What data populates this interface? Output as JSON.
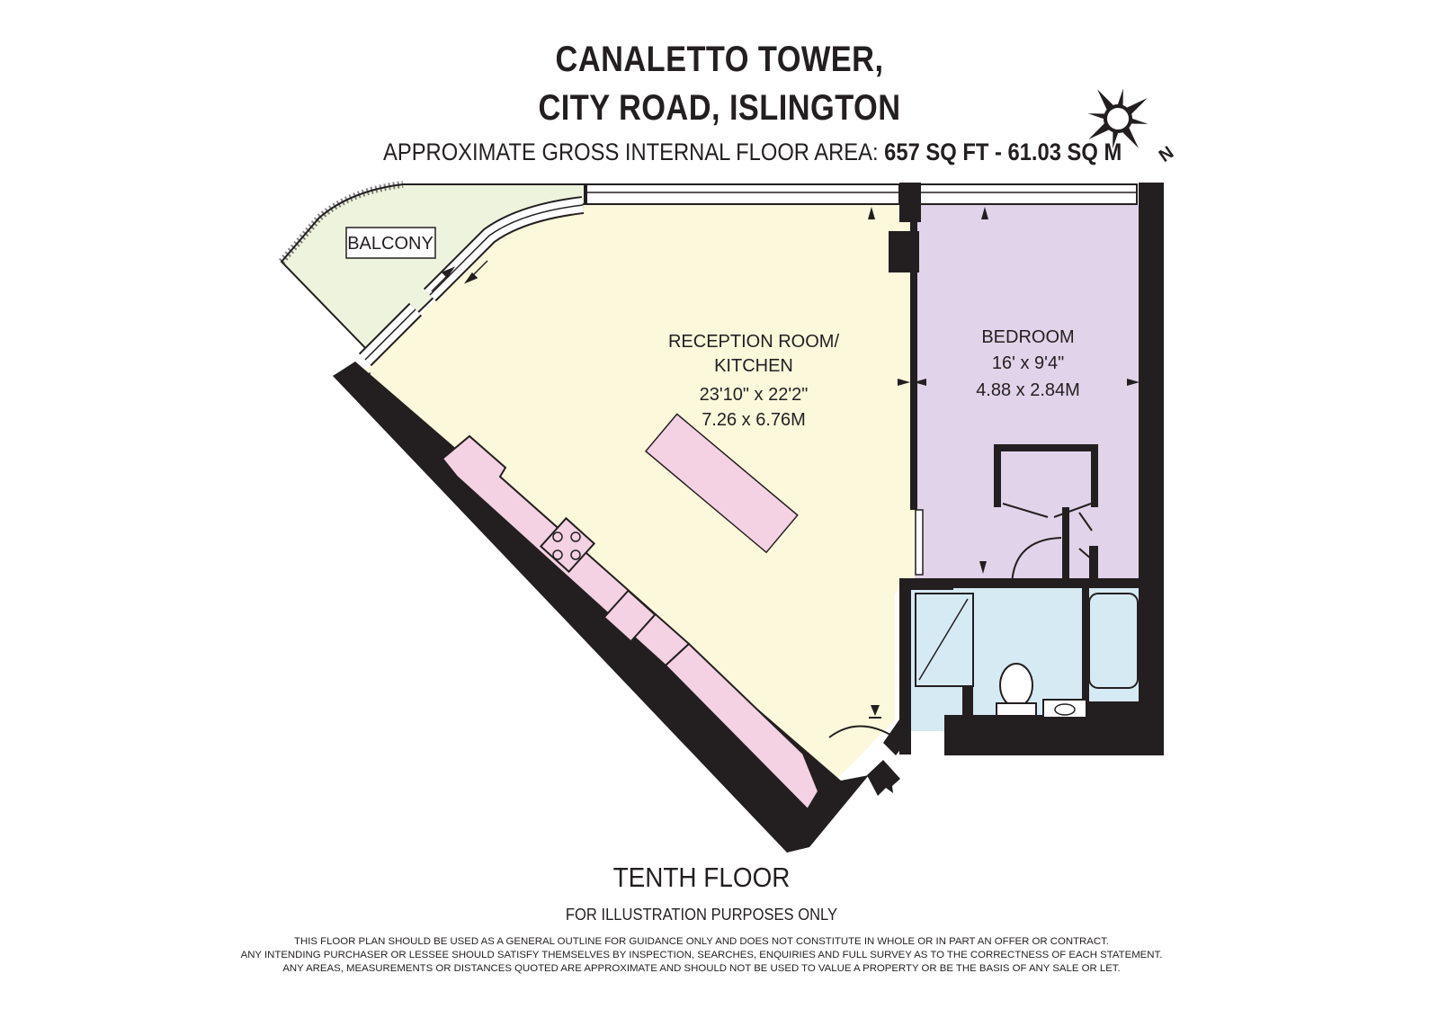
{
  "title": {
    "line1": "CANALETTO TOWER,",
    "line2": "CITY ROAD, ISLINGTON"
  },
  "area": {
    "label": "APPROXIMATE GROSS INTERNAL FLOOR AREA:",
    "value": "657 SQ FT  -  61.03 SQ M"
  },
  "compass": {
    "label": "N",
    "icon": "compass-rose-icon"
  },
  "rooms": {
    "balcony": {
      "name": "BALCONY"
    },
    "reception": {
      "name_line1": "RECEPTION ROOM/",
      "name_line2": "KITCHEN",
      "imperial": "23'10\" x 22'2\"",
      "metric": "7.26 x 6.76M"
    },
    "bedroom": {
      "name": "BEDROOM",
      "imperial": "16' x 9'4\"",
      "metric": "4.88 x 2.84M"
    }
  },
  "floor": "TENTH FLOOR",
  "illustration_note": "FOR ILLUSTRATION PURPOSES ONLY",
  "disclaimer": [
    "THIS FLOOR PLAN SHOULD BE USED AS A GENERAL OUTLINE FOR GUIDANCE ONLY AND DOES NOT CONSTITUTE IN WHOLE OR IN PART AN OFFER OR CONTRACT.",
    "ANY INTENDING PURCHASER OR LESSEE SHOULD SATISFY THEMSELVES BY INSPECTION, SEARCHES, ENQUIRIES AND FULL SURVEY AS TO THE CORRECTNESS OF EACH STATEMENT.",
    "ANY AREAS, MEASUREMENTS OR DISTANCES QUOTED ARE APPROXIMATE AND SHOULD NOT BE USED TO VALUE A PROPERTY OR BE THE BASIS OF ANY SALE OR LET."
  ],
  "colors": {
    "reception": "#fbf8dc",
    "bedroom": "#e1d3e9",
    "bathroom": "#d6eaf4",
    "balcony": "#eef3dd",
    "kitchen_units": "#f4d2e3",
    "wall": "#231f20"
  }
}
